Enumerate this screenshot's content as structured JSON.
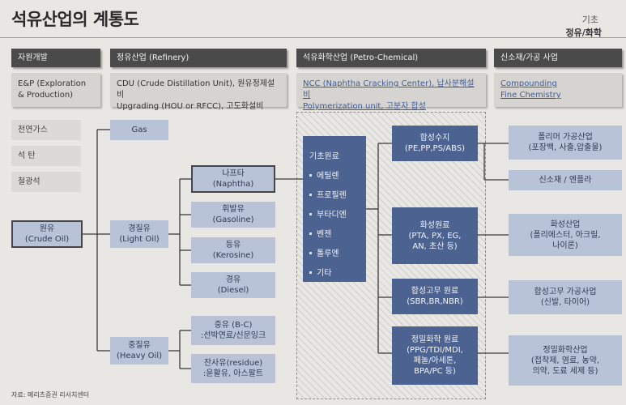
{
  "title": "석유산업의 계통도",
  "category": "기초",
  "subcategory": "정유/화학",
  "columns": [
    {
      "header": "자원개발",
      "detail": [
        "E&P (Exploration",
        "& Production)"
      ]
    },
    {
      "header": "정유산업 (Refinery)",
      "detail": [
        "CDU (Crude Distillation Unit), 원유정제설비",
        "Upgrading (HOU or RFCC), 고도화설비"
      ]
    },
    {
      "header": "석유화학산업 (Petro-Chemical)",
      "detail": [
        "NCC (Naphtha Cracking Center), 납사분해설비",
        "Polymerization unit, 고분자 합성"
      ]
    },
    {
      "header": "신소재/가공 사업",
      "detail": [
        "Compounding",
        "Fine Chemistry"
      ]
    }
  ],
  "resources": [
    "천연가스",
    "석 탄",
    "철광석"
  ],
  "crude": [
    "원유",
    "(Crude Oil)"
  ],
  "gas": "Gas",
  "light_oil": [
    "경질유",
    "(Light Oil)"
  ],
  "heavy_oil": [
    "중질유",
    "(Heavy Oil)"
  ],
  "light_products": [
    [
      "나프타",
      "(Naphtha)"
    ],
    [
      "휘발유",
      "(Gasoline)"
    ],
    [
      "등유",
      "(Kerosine)"
    ],
    [
      "경유",
      "(Diesel)"
    ]
  ],
  "heavy_products": [
    [
      "중유 (B-C)",
      ":선박연료/신문잉크"
    ],
    [
      "잔사유(residue)",
      ":윤활유, 아스팔트"
    ]
  ],
  "basic_materials": {
    "title": "기초원료",
    "items": [
      "에틸렌",
      "프로필렌",
      "부타디엔",
      "벤젠",
      "톨루엔",
      "기타"
    ]
  },
  "petrochem": [
    [
      "합성수지",
      "(PE,PP,PS/ABS)"
    ],
    [
      "화성원료",
      "(PTA, PX, EG,",
      "AN, 초산 등)"
    ],
    [
      "합성고무 원료",
      "(SBR,BR,NBR)"
    ],
    [
      "정밀화학 원료",
      "(PPG/TDI/MDI,",
      "페놀/아세톤,",
      "BPA/PC 등)"
    ]
  ],
  "downstream": [
    [
      "폴리머 가공산업",
      "(포장백, 사출,압출물)"
    ],
    [
      "신소재 / 엔플라"
    ],
    [
      "화성산업",
      "(폴리에스터, 아크릴,",
      "나이론)"
    ],
    [
      "합성고무 가공사업",
      "(신발, 타이어)"
    ],
    [
      "정밀화학산업",
      "(접착제, 염료, 농약,",
      "의약, 도료 세제 등)"
    ]
  ],
  "source": "자료: 메리츠증권 리서치센터"
}
